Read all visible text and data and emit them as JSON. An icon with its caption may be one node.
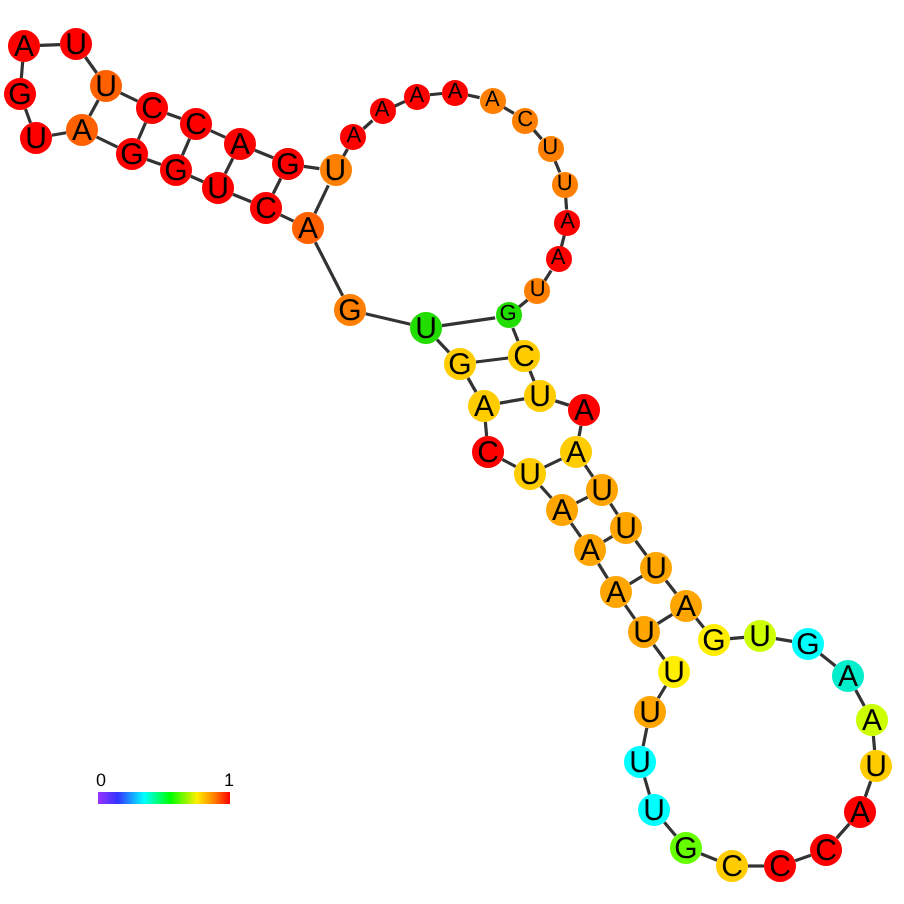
{
  "diagram": {
    "nodes": [
      {
        "text": [
          "G"
        ]
      },
      {
        "text": [
          "A"
        ]
      },
      {
        "text": [
          "C"
        ]
      },
      {
        "text": [
          "U"
        ]
      },
      {
        "text": [
          "G"
        ]
      },
      {
        "text": [
          "G"
        ]
      },
      {
        "text": [
          "A"
        ]
      },
      {
        "text": [
          "U"
        ]
      },
      {
        "text": [
          "G"
        ]
      },
      {
        "text": [
          "A"
        ]
      },
      {
        "text": [
          "U"
        ]
      },
      {
        "text": [
          "U"
        ]
      },
      {
        "text": [
          "C"
        ]
      },
      {
        "text": [
          "C"
        ]
      },
      {
        "text": [
          "A"
        ]
      },
      {
        "text": [
          "G"
        ]
      },
      {
        "text": [
          "U"
        ]
      },
      {
        "text": [
          "A"
        ]
      },
      {
        "text": [
          "A"
        ]
      },
      {
        "text": [
          "A"
        ]
      },
      {
        "text": [
          "A"
        ]
      },
      {
        "text": [
          "A"
        ]
      },
      {
        "text": [
          "C"
        ]
      },
      {
        "text": [
          "U"
        ]
      },
      {
        "text": [
          "U"
        ]
      },
      {
        "text": [
          "A"
        ]
      },
      {
        "text": [
          "A"
        ]
      },
      {
        "text": [
          "U"
        ]
      },
      {
        "text": [
          "G"
        ]
      },
      {
        "text": [
          "C"
        ]
      },
      {
        "text": [
          "U"
        ]
      },
      {
        "text": [
          "A"
        ]
      },
      {
        "text": [
          "A"
        ]
      },
      {
        "text": [
          "U"
        ]
      },
      {
        "text": [
          "U"
        ]
      },
      {
        "text": [
          "U"
        ]
      },
      {
        "text": [
          "A"
        ]
      },
      {
        "text": [
          "G"
        ]
      },
      {
        "text": [
          "U"
        ]
      },
      {
        "text": [
          "G"
        ]
      },
      {
        "text": [
          "A"
        ]
      },
      {
        "text": [
          "A"
        ]
      },
      {
        "text": [
          "U"
        ]
      },
      {
        "text": [
          "A"
        ]
      },
      {
        "text": [
          "C"
        ]
      },
      {
        "text": [
          "C"
        ]
      },
      {
        "text": [
          "C"
        ]
      },
      {
        "text": [
          "G"
        ]
      },
      {
        "text": [
          "U"
        ]
      },
      {
        "text": [
          "U"
        ]
      },
      {
        "text": [
          "U"
        ]
      },
      {
        "text": [
          "U"
        ]
      },
      {
        "text": [
          "U"
        ]
      },
      {
        "text": [
          "A"
        ]
      },
      {
        "text": [
          "A"
        ]
      },
      {
        "text": [
          "A"
        ]
      },
      {
        "text": [
          "U"
        ]
      },
      {
        "text": [
          "C"
        ]
      },
      {
        "text": [
          "A"
        ]
      },
      {
        "text": [
          "G"
        ]
      },
      {
        "text": [
          "U"
        ]
      }
    ],
    "edges": [
      {
        "from": 0,
        "to": 1,
        "arrow": "none"
      },
      {
        "from": 1,
        "to": 2,
        "arrow": "none"
      },
      {
        "from": 2,
        "to": 3,
        "arrow": "none"
      },
      {
        "from": 3,
        "to": 4,
        "arrow": "none"
      },
      {
        "from": 4,
        "to": 5,
        "arrow": "none"
      },
      {
        "from": 5,
        "to": 6,
        "arrow": "none"
      },
      {
        "from": 6,
        "to": 7,
        "arrow": "none"
      },
      {
        "from": 7,
        "to": 8,
        "arrow": "none"
      },
      {
        "from": 8,
        "to": 9,
        "arrow": "none"
      },
      {
        "from": 9,
        "to": 10,
        "arrow": "none"
      },
      {
        "from": 10,
        "to": 11,
        "arrow": "none"
      },
      {
        "from": 11,
        "to": 12,
        "arrow": "none"
      },
      {
        "from": 12,
        "to": 13,
        "arrow": "none"
      },
      {
        "from": 13,
        "to": 14,
        "arrow": "none"
      },
      {
        "from": 14,
        "to": 15,
        "arrow": "none"
      },
      {
        "from": 15,
        "to": 16,
        "arrow": "none"
      },
      {
        "from": 16,
        "to": 17,
        "arrow": "none"
      },
      {
        "from": 17,
        "to": 18,
        "arrow": "none"
      },
      {
        "from": 18,
        "to": 19,
        "arrow": "none"
      },
      {
        "from": 19,
        "to": 20,
        "arrow": "none"
      },
      {
        "from": 20,
        "to": 21,
        "arrow": "none"
      },
      {
        "from": 21,
        "to": 22,
        "arrow": "none"
      },
      {
        "from": 22,
        "to": 23,
        "arrow": "none"
      },
      {
        "from": 23,
        "to": 24,
        "arrow": "none"
      },
      {
        "from": 24,
        "to": 25,
        "arrow": "none"
      },
      {
        "from": 25,
        "to": 26,
        "arrow": "none"
      },
      {
        "from": 26,
        "to": 27,
        "arrow": "none"
      },
      {
        "from": 27,
        "to": 28,
        "arrow": "none"
      },
      {
        "from": 28,
        "to": 29,
        "arrow": "none"
      },
      {
        "from": 29,
        "to": 30,
        "arrow": "none"
      },
      {
        "from": 30,
        "to": 31,
        "arrow": "none"
      },
      {
        "from": 31,
        "to": 32,
        "arrow": "none"
      },
      {
        "from": 32,
        "to": 33,
        "arrow": "none"
      },
      {
        "from": 33,
        "to": 34,
        "arrow": "none"
      },
      {
        "from": 34,
        "to": 35,
        "arrow": "none"
      },
      {
        "from": 35,
        "to": 36,
        "arrow": "none"
      },
      {
        "from": 36,
        "to": 37,
        "arrow": "none"
      },
      {
        "from": 37,
        "to": 38,
        "arrow": "none"
      },
      {
        "from": 38,
        "to": 39,
        "arrow": "none"
      },
      {
        "from": 39,
        "to": 40,
        "arrow": "none"
      },
      {
        "from": 40,
        "to": 41,
        "arrow": "none"
      },
      {
        "from": 41,
        "to": 42,
        "arrow": "none"
      },
      {
        "from": 42,
        "to": 43,
        "arrow": "none"
      },
      {
        "from": 43,
        "to": 44,
        "arrow": "none"
      },
      {
        "from": 44,
        "to": 45,
        "arrow": "none"
      },
      {
        "from": 45,
        "to": 46,
        "arrow": "none"
      },
      {
        "from": 46,
        "to": 47,
        "arrow": "none"
      },
      {
        "from": 47,
        "to": 48,
        "arrow": "none"
      },
      {
        "from": 48,
        "to": 49,
        "arrow": "none"
      },
      {
        "from": 49,
        "to": 50,
        "arrow": "none"
      },
      {
        "from": 50,
        "to": 51,
        "arrow": "none"
      },
      {
        "from": 51,
        "to": 52,
        "arrow": "none"
      },
      {
        "from": 52,
        "to": 53,
        "arrow": "none"
      },
      {
        "from": 53,
        "to": 54,
        "arrow": "none"
      },
      {
        "from": 54,
        "to": 55,
        "arrow": "none"
      },
      {
        "from": 55,
        "to": 56,
        "arrow": "none"
      },
      {
        "from": 56,
        "to": 57,
        "arrow": "none"
      },
      {
        "from": 57,
        "to": 58,
        "arrow": "none"
      },
      {
        "from": 58,
        "to": 59,
        "arrow": "none"
      },
      {
        "from": 59,
        "to": 60,
        "arrow": "none"
      },
      {
        "from": 60,
        "to": 0,
        "arrow": "none"
      },
      {
        "from": 11,
        "to": 6,
        "arrow": "none"
      },
      {
        "from": 12,
        "to": 5,
        "arrow": "none"
      },
      {
        "from": 13,
        "to": 4,
        "arrow": "none"
      },
      {
        "from": 14,
        "to": 3,
        "arrow": "none"
      },
      {
        "from": 15,
        "to": 2,
        "arrow": "none"
      },
      {
        "from": 16,
        "to": 1,
        "arrow": "none"
      },
      {
        "from": 28,
        "to": 60,
        "arrow": "none"
      },
      {
        "from": 29,
        "to": 59,
        "arrow": "none"
      },
      {
        "from": 30,
        "to": 58,
        "arrow": "none"
      },
      {
        "from": 32,
        "to": 56,
        "arrow": "none"
      },
      {
        "from": 33,
        "to": 55,
        "arrow": "none"
      },
      {
        "from": 34,
        "to": 54,
        "arrow": "none"
      },
      {
        "from": 35,
        "to": 53,
        "arrow": "none"
      },
      {
        "from": 36,
        "to": 52,
        "arrow": "none"
      }
    ],
    "labels": [
      "0",
      "1"
    ]
  }
}
